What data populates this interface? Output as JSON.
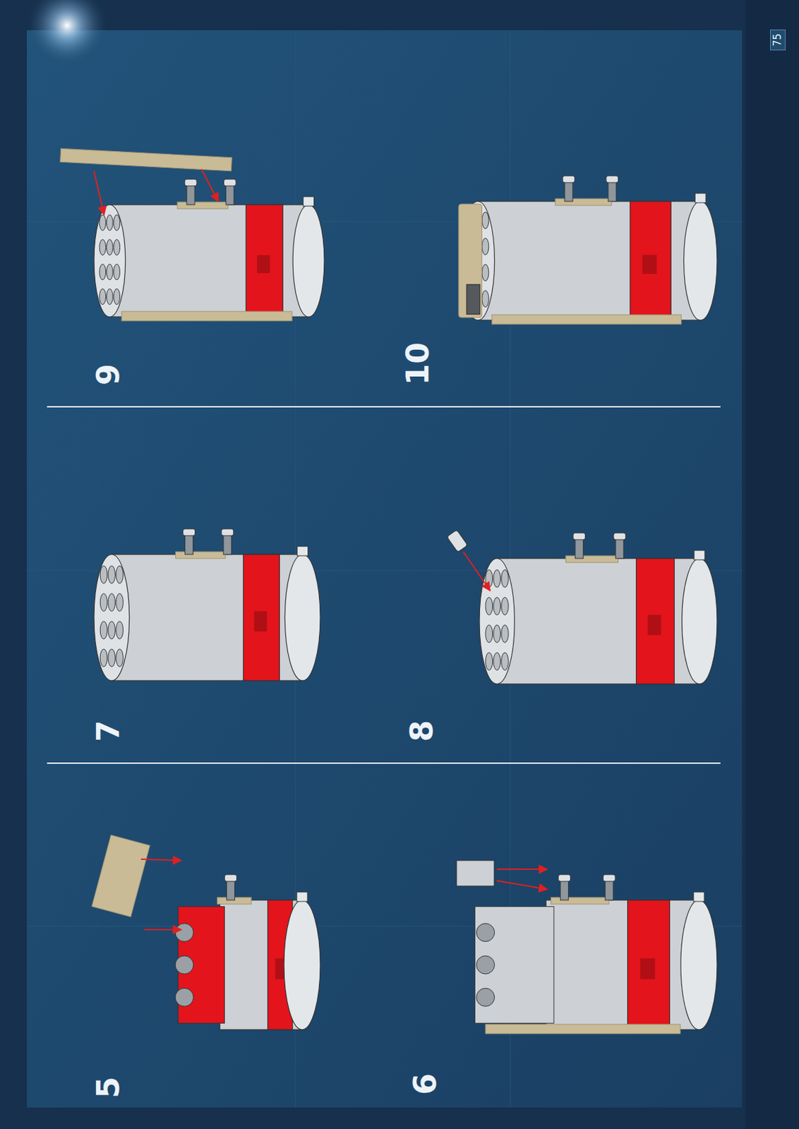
{
  "diagram": {
    "labels": [
      "5",
      "6",
      "7",
      "8",
      "9",
      "10",
      "75"
    ]
  }
}
